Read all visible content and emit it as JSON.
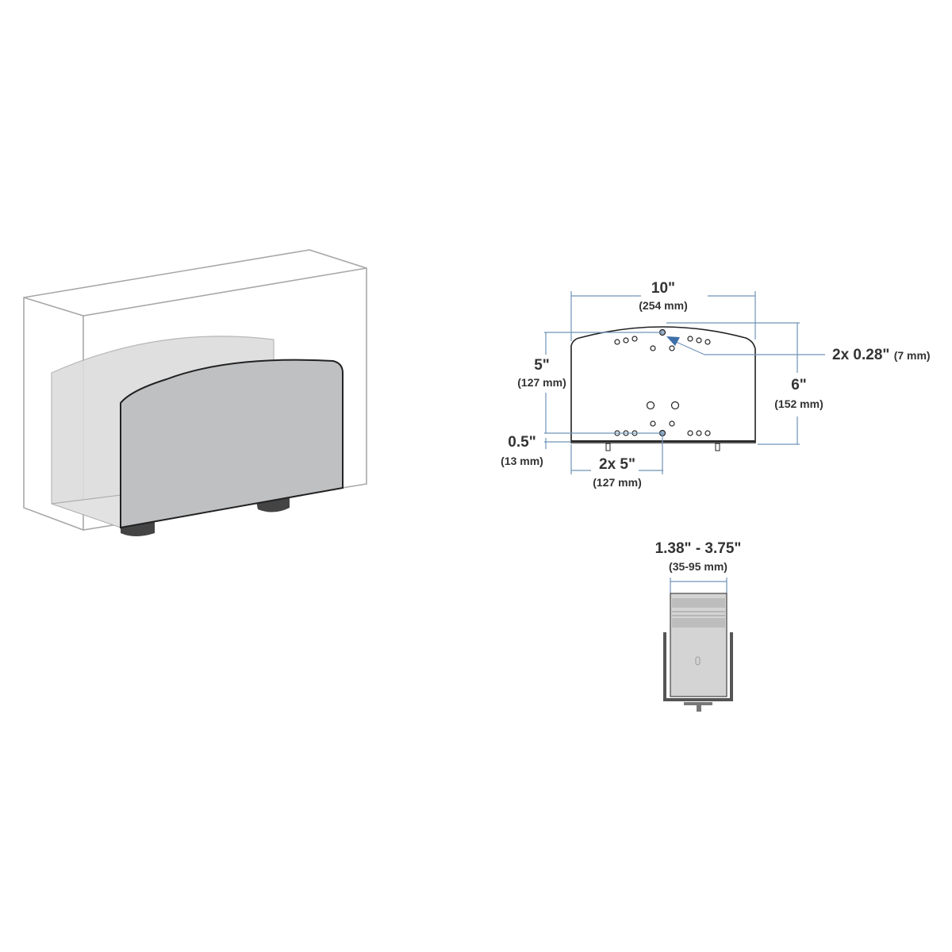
{
  "front_view": {
    "width_in": "10\"",
    "width_mm": "(254 mm)",
    "height_in": "6\"",
    "height_mm": "(152 mm)",
    "hole_spacing_v_in": "5\"",
    "hole_spacing_v_mm": "(127 mm)",
    "bottom_offset_in": "0.5\"",
    "bottom_offset_mm": "(13 mm)",
    "hole_spacing_h_in": "2x 5\"",
    "hole_spacing_h_mm": "(127 mm)",
    "hole_diameter_in": "2x 0.28\"",
    "hole_diameter_mm": "(7 mm)"
  },
  "side_view": {
    "range_in": "1.38\" - 3.75\"",
    "range_mm": "(35-95 mm)"
  },
  "colors": {
    "dimension": "#6f93b8",
    "panel": "#bfc0c2",
    "outline": "#a8a8a8"
  }
}
